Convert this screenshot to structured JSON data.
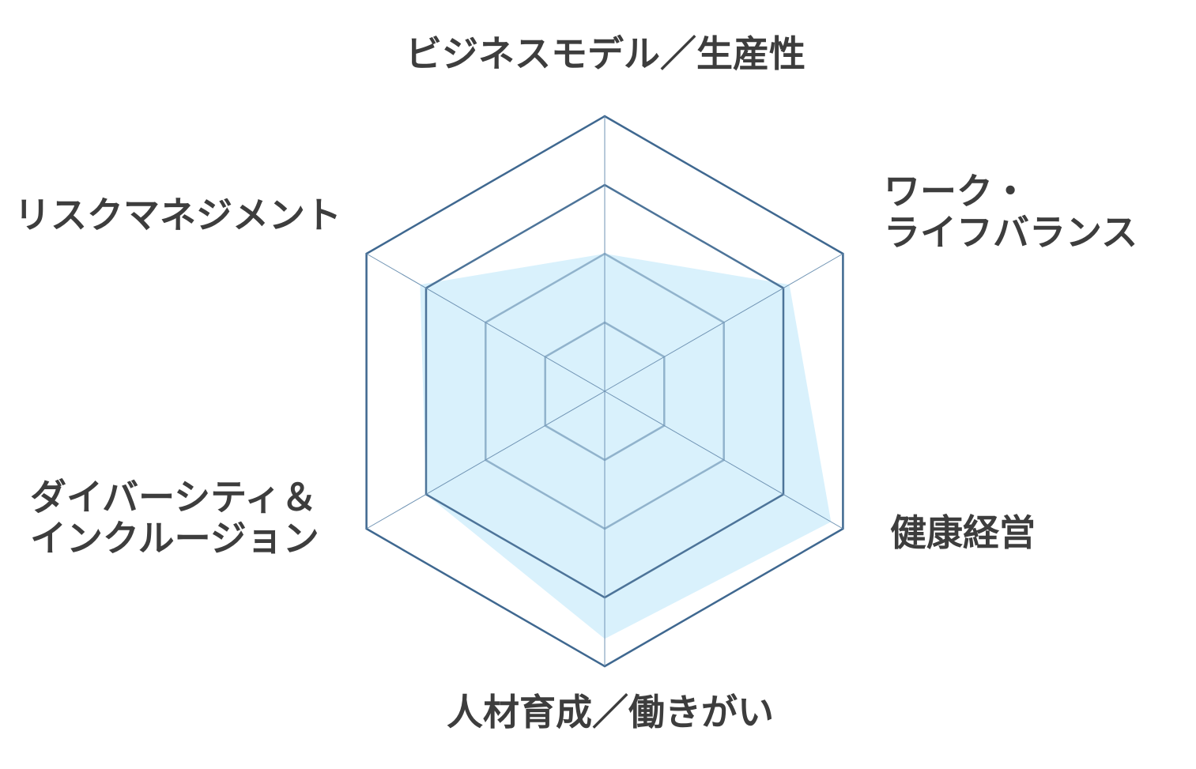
{
  "chart_data": {
    "type": "radar",
    "axes": [
      {
        "label_lines": [
          "ビジネスモデル／生産性"
        ]
      },
      {
        "label_lines": [
          "ワーク・",
          "ライフバランス"
        ]
      },
      {
        "label_lines": [
          "健康経営"
        ]
      },
      {
        "label_lines": [
          "人材育成／働きがい"
        ]
      },
      {
        "label_lines": [
          "ダイバーシティ＆",
          "インクルージョン"
        ]
      },
      {
        "label_lines": [
          "リスクマネジメント"
        ]
      }
    ],
    "range": [
      0,
      4
    ],
    "rings": [
      1,
      2,
      3,
      4
    ],
    "values": [
      2,
      3.1,
      3.8,
      3.6,
      3.0,
      3.1
    ],
    "colors": {
      "fill": "#d9f1fc",
      "outer_grid": "#3f6890",
      "middle_grid": "#4d7499",
      "inner_grid": "#91b3cc",
      "spokes": "#6f93b3",
      "label": "#3d3d3d"
    }
  }
}
